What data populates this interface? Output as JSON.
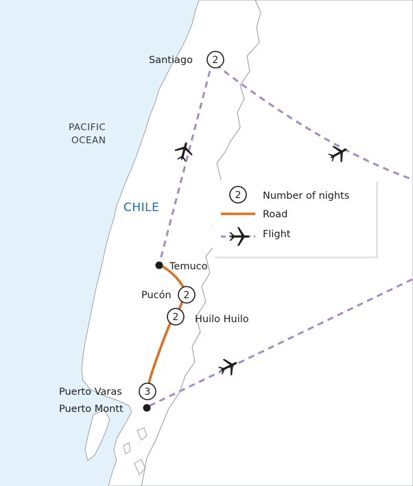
{
  "map": {
    "ocean_label_line1": "PACIFIC",
    "ocean_label_line2": "OCEAN",
    "country_label": "CHILE",
    "stops": [
      {
        "name": "Santiago",
        "nights": "2"
      },
      {
        "name": "Temuco",
        "nights": ""
      },
      {
        "name": "Pucón",
        "nights": "2"
      },
      {
        "name": "Huilo Huilo",
        "nights": "2"
      },
      {
        "name": "Puerto Varas",
        "nights": "3"
      },
      {
        "name": "Puerto Montt",
        "nights": ""
      }
    ]
  },
  "legend": {
    "nights_label": "Number of nights",
    "nights_example": "2",
    "road_label": "Road",
    "flight_label": "Flight"
  },
  "colors": {
    "sea": "#e3f2fa",
    "land": "#ffffff",
    "border": "#9aa0a3",
    "road": "#e36c1b",
    "flight": "#a58bc2",
    "marker": "#1d1d1b"
  },
  "icons": {
    "flight": "airplane-icon"
  }
}
